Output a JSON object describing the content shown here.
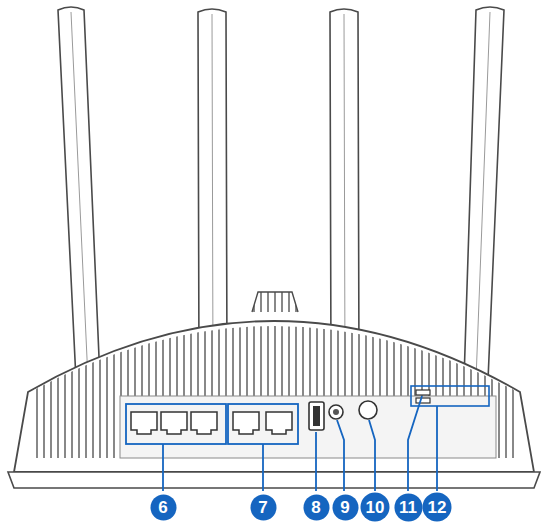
{
  "diagram": {
    "nodes": [
      {
        "text": [
          "6"
        ]
      },
      {
        "text": [
          "7"
        ]
      },
      {
        "text": [
          "8"
        ]
      },
      {
        "text": [
          "9"
        ]
      },
      {
        "text": [
          "10"
        ]
      },
      {
        "text": [
          "11"
        ]
      },
      {
        "text": [
          "12"
        ]
      }
    ]
  }
}
